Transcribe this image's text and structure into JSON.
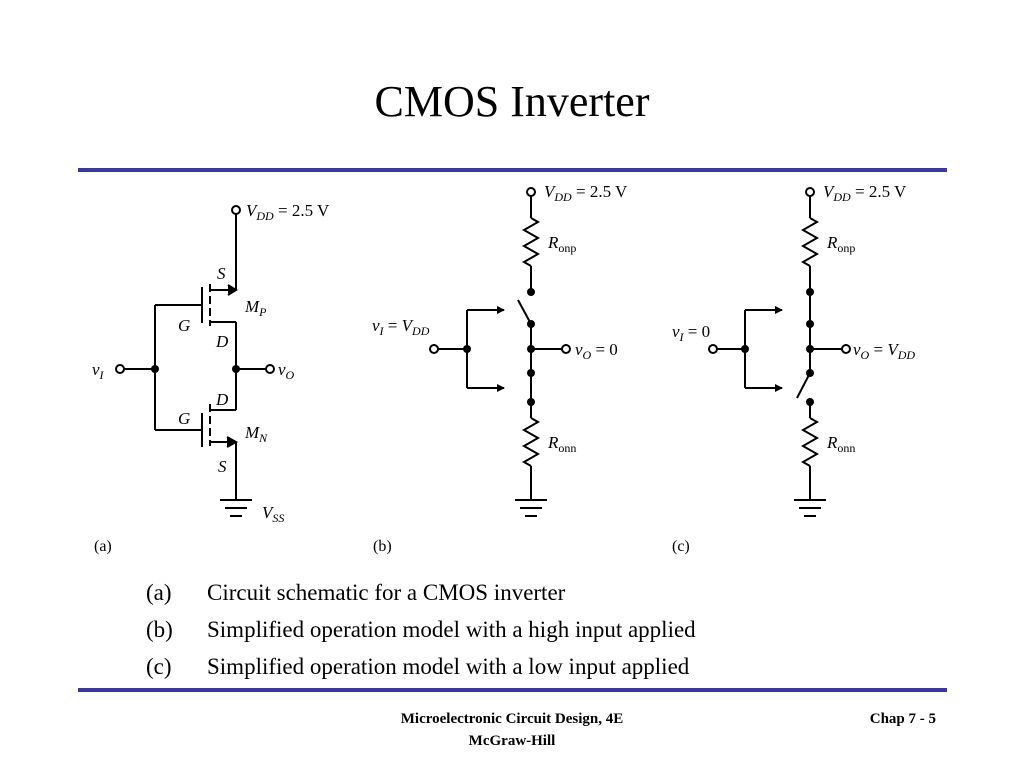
{
  "slide": {
    "title": "CMOS Inverter",
    "rule_color": "#3a3a9a"
  },
  "figure": {
    "a": {
      "label": "(a)",
      "vdd": {
        "sym": "V",
        "sub": "DD",
        "eq": " = 2.5 V"
      },
      "s_top": "S",
      "d_top": "D",
      "g_top": "G",
      "mp": {
        "sym": "M",
        "sub": "P"
      },
      "d_bot": "D",
      "g_bot": "G",
      "s_bot": "S",
      "mn": {
        "sym": "M",
        "sub": "N"
      },
      "vi": {
        "sym": "v",
        "sub": "I"
      },
      "vo": {
        "sym": "v",
        "sub": "O"
      },
      "vss": {
        "sym": "V",
        "sub": "SS"
      }
    },
    "b": {
      "label": "(b)",
      "vdd": {
        "sym": "V",
        "sub": "DD",
        "eq": " = 2.5 V"
      },
      "ronp": {
        "sym": "R",
        "sub": "onp"
      },
      "ronn": {
        "sym": "R",
        "sub": "onn"
      },
      "vi": {
        "sym": "v",
        "sub": "I",
        "eq": " = ",
        "sym2": "V",
        "sub2": "DD"
      },
      "vo": {
        "sym": "v",
        "sub": "O",
        "eq": " = 0"
      }
    },
    "c": {
      "label": "(c)",
      "vdd": {
        "sym": "V",
        "sub": "DD",
        "eq": " = 2.5 V"
      },
      "ronp": {
        "sym": "R",
        "sub": "onp"
      },
      "ronn": {
        "sym": "R",
        "sub": "onn"
      },
      "vi": {
        "sym": "v",
        "sub": "I",
        "eq": " = 0"
      },
      "vo": {
        "sym": "v",
        "sub": "O",
        "eq": " = ",
        "sym2": "V",
        "sub2": "DD"
      }
    }
  },
  "captions": [
    {
      "key": "(a)",
      "text": "Circuit schematic for a CMOS inverter"
    },
    {
      "key": "(b)",
      "text": "Simplified operation model with a high input applied"
    },
    {
      "key": "(c)",
      "text": "Simplified operation model with a low input applied"
    }
  ],
  "footer": {
    "book_line1": "Microelectronic Circuit Design, 4E",
    "book_line2": "McGraw-Hill",
    "chapter": "Chap 7 - 5"
  }
}
